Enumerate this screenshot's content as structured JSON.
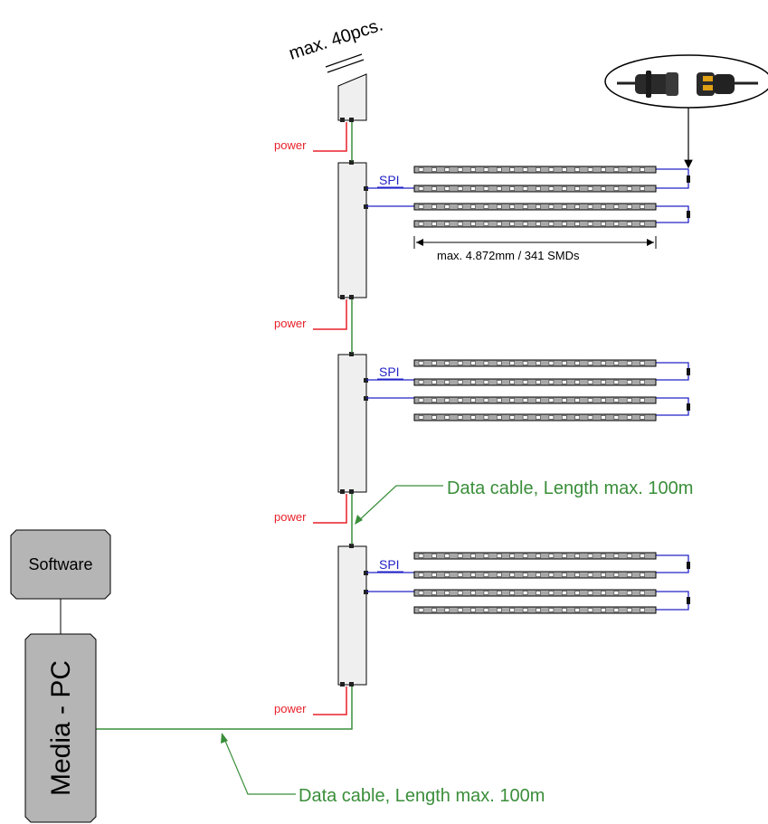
{
  "labels": {
    "max_pcs": "max. 40pcs.",
    "power": "power",
    "spi": "SPI",
    "strip_length": "max. 4.872mm / 341 SMDs",
    "data_cable": "Data cable, Length max. 100m",
    "software": "Software",
    "media_pc": "Media - PC"
  },
  "controllers": [
    {
      "id": "top-partial"
    },
    {
      "id": "controller-1"
    },
    {
      "id": "controller-2"
    },
    {
      "id": "controller-3"
    }
  ],
  "strip_groups": [
    {
      "controller": "controller-1",
      "strips": 4
    },
    {
      "controller": "controller-2",
      "strips": 4
    },
    {
      "controller": "controller-3",
      "strips": 4
    }
  ],
  "colors": {
    "power_line": "#e8212a",
    "spi_line": "#2323c8",
    "data_line": "#3a8e3a",
    "box_fill": "#efefef",
    "node_fill": "#b0b0b0"
  },
  "icons": {
    "connector": "connector-plug-icon"
  }
}
